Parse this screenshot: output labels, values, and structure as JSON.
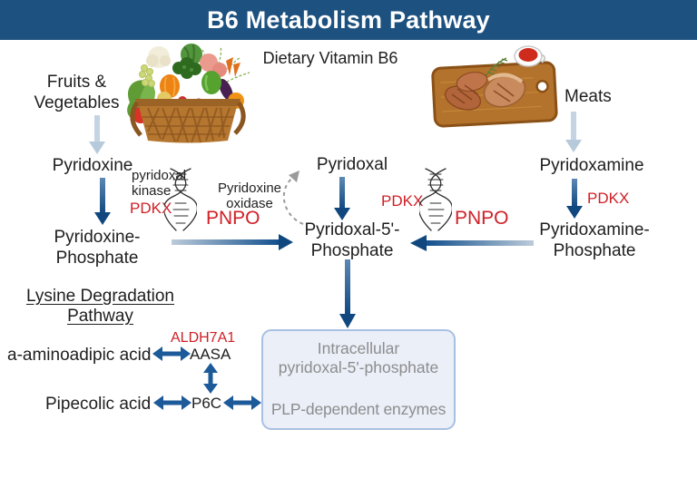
{
  "title": "B6 Metabolism Pathway",
  "subtitle": "Dietary Vitamin B6",
  "colors": {
    "banner": "#1d5180",
    "text": "#1e1e1e",
    "accent-red": "#cf2027",
    "arrow-dark": "#1c5a9a",
    "arrow-light": "#c5d4e2",
    "box-bg": "#eaeff8",
    "box-border": "#a9c0e2",
    "box-text": "#8d8d8d"
  },
  "sources": {
    "fruits": {
      "line1": "Fruits &",
      "line2": "Vegetables"
    },
    "meats": "Meats"
  },
  "nodes": {
    "pyridoxine": "Pyridoxine",
    "pyridoxal": "Pyridoxal",
    "pyridoxamine": "Pyridoxamine",
    "pyridoxine_phosphate": {
      "line1": "Pyridoxine-",
      "line2": "Phosphate"
    },
    "pyridoxal_5_phosphate": {
      "line1": "Pyridoxal-5'-",
      "line2": "Phosphate"
    },
    "pyridoxamine_phosphate": {
      "line1": "Pyridoxamine-",
      "line2": "Phosphate"
    }
  },
  "enzymes": {
    "pyridoxal_kinase": {
      "line1": "pyridoxal",
      "line2": "kinase"
    },
    "pdkx_left": "PDKX",
    "pdkx_center": "PDKX",
    "pdkx_right": "PDKX",
    "pyridoxine_oxidase": {
      "line1": "Pyridoxine",
      "line2": "oxidase"
    },
    "pnpo_left": "PNPO",
    "pnpo_right": "PNPO",
    "aldh7a1": "ALDH7A1"
  },
  "lysine_pathway": {
    "title": {
      "line1": "Lysine Degradation ",
      "line2": "Pathway"
    },
    "aminoadipic": "a-aminoadipic acid",
    "aasa": "AASA",
    "pipecolic": "Pipecolic acid",
    "p6c": "P6C"
  },
  "plp_box": {
    "line1": "Intracellular",
    "line2": "pyridoxal-5'-phosphate",
    "line3": "PLP-dependent enzymes"
  },
  "icons": {
    "vegetables_basket": "fruits-and-vegetables-basket-image",
    "meat_board": "meat-cutting-board-image",
    "dna_helix": "dna-helix-icon",
    "dashed_recycle_arrow": "dashed-curved-arrow-icon"
  }
}
